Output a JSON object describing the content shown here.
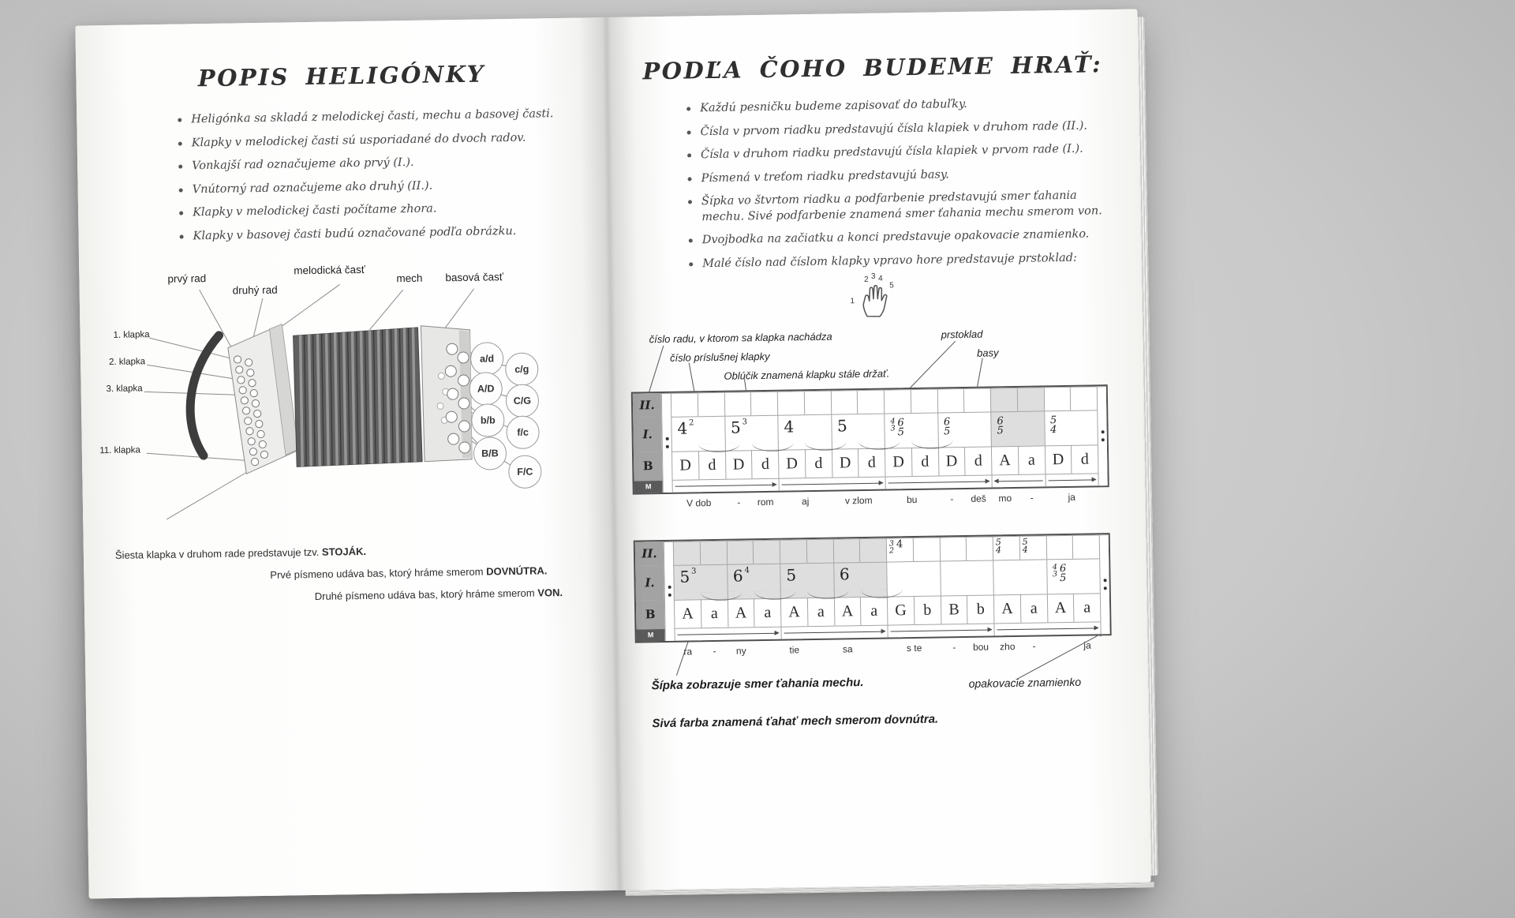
{
  "left_page": {
    "title": "POPIS HELIGÓNKY",
    "bullets": [
      "Heligónka sa skladá z melodickej časti, mechu a basovej časti.",
      "Klapky v melodickej časti sú usporiadané do dvoch radov.",
      "Vonkajší rad označujeme ako prvý (I.).",
      "Vnútorný rad označujeme ako druhý (II.).",
      "Klapky v melodickej časti počítame zhora.",
      "Klapky v basovej časti budú označované podľa obrázku."
    ],
    "diagram": {
      "labels": {
        "prvy_rad": "prvý rad",
        "druhy_rad": "druhý rad",
        "melodicka_cast": "melodická časť",
        "mech": "mech",
        "basova_cast": "basová časť",
        "klapka_1": "1. klapka",
        "klapka_2": "2. klapka",
        "klapka_3": "3. klapka",
        "klapka_11": "11. klapka"
      },
      "bass_circles": [
        "a/d",
        "c/g",
        "A/D",
        "C/G",
        "b/b",
        "f/c",
        "B/B",
        "F/C"
      ]
    },
    "notes": [
      {
        "text": "Šiesta klapka v druhom rade predstavuje tzv. ",
        "bold": "STOJÁK."
      },
      {
        "text": "Prvé písmeno udáva bas, ktorý hráme smerom ",
        "bold": "DOVNÚTRA."
      },
      {
        "text": "Druhé písmeno udáva bas, ktorý hráme smerom ",
        "bold": "VON."
      }
    ]
  },
  "right_page": {
    "title": "PODĽA ČOHO BUDEME HRAŤ:",
    "bullets": [
      "Každú pesničku budeme zapisovať do tabuľky.",
      "Čísla v prvom riadku predstavujú čísla klapiek v druhom rade (II.).",
      "Čísla v druhom riadku predstavujú čísla klapiek v prvom rade (I.).",
      "Písmená v treťom riadku predstavujú basy.",
      "Šípka vo štvrtom riadku a podfarbenie predstavujú smer ťahania mechu. Sivé podfarbenie znamená smer ťahania mechu smerom von.",
      "Dvojbodka na začiatku a konci predstavuje opakovacie znamienko.",
      "Malé číslo nad číslom klapky vpravo hore predstavuje prstoklad:"
    ],
    "hand_finger_numbers": [
      "1",
      "2",
      "3",
      "4",
      "5"
    ],
    "annotations": {
      "row_number": "číslo radu, v ktorom sa klapka nachádza",
      "key_number": "číslo príslušnej klapky",
      "arc_note": "Oblúčik znamená klapku stále držať.",
      "fingering": "prstoklad",
      "basses": "basy"
    },
    "shading_color": "#dedede",
    "tables": [
      {
        "row_labels": [
          "II.",
          "I.",
          "B",
          "M"
        ],
        "columns": 16,
        "rowII": {
          "gray_cols": [
            13,
            14
          ],
          "cells": []
        },
        "rowI": [
          {
            "span": 2,
            "num": "4",
            "sup": "2",
            "arc": true
          },
          {
            "span": 2,
            "num": "5",
            "sup": "3",
            "arc": true
          },
          {
            "span": 2,
            "num": "4",
            "arc": true
          },
          {
            "span": 2,
            "num": "5",
            "arc": true
          },
          {
            "span": 2,
            "supstack": [
              "4",
              "3"
            ],
            "stack": [
              "6",
              "5"
            ],
            "arc": true
          },
          {
            "span": 2,
            "stack": [
              "6",
              "5"
            ]
          },
          {
            "span": 2,
            "stack": [
              "6",
              "5"
            ],
            "gray": true
          },
          {
            "span": 2,
            "stack": [
              "5",
              "4"
            ]
          }
        ],
        "rowB": [
          "D",
          "d",
          "D",
          "d",
          "D",
          "d",
          "D",
          "d",
          "D",
          "d",
          "D",
          "d",
          "A",
          "a",
          "D",
          "d"
        ],
        "rowM": [
          {
            "span": 4,
            "dir": "r"
          },
          {
            "span": 4,
            "dir": "r"
          },
          {
            "span": 4,
            "dir": "r"
          },
          {
            "span": 2,
            "dir": "l"
          },
          {
            "span": 2,
            "dir": "r"
          }
        ],
        "lyrics": [
          {
            "col": 1,
            "span": 2,
            "text": "V dob"
          },
          {
            "col": 3,
            "span": 1,
            "text": "-"
          },
          {
            "col": 4,
            "span": 1,
            "text": "rom"
          },
          {
            "col": 5,
            "span": 2,
            "text": "aj"
          },
          {
            "col": 7,
            "span": 2,
            "text": "v zlom"
          },
          {
            "col": 9,
            "span": 2,
            "text": "bu"
          },
          {
            "col": 11,
            "span": 1,
            "text": "-"
          },
          {
            "col": 12,
            "span": 1,
            "text": "deš"
          },
          {
            "col": 13,
            "span": 1,
            "text": "mo"
          },
          {
            "col": 14,
            "span": 1,
            "text": "-"
          },
          {
            "col": 15,
            "span": 2,
            "text": "ja"
          }
        ]
      },
      {
        "row_labels": [
          "II.",
          "I.",
          "B",
          "M"
        ],
        "columns": 16,
        "rowII": {
          "gray_cols": [
            1,
            2,
            3,
            4,
            5,
            6,
            7,
            8
          ],
          "cells": [
            {
              "col": 9,
              "span": 2,
              "supstack": [
                "3",
                "2"
              ],
              "num": "4"
            },
            {
              "col": 13,
              "span": 1,
              "stack": [
                "5",
                "4"
              ]
            },
            {
              "col": 14,
              "span": 1,
              "stack": [
                "5",
                "4"
              ]
            }
          ]
        },
        "rowI": [
          {
            "span": 2,
            "num": "5",
            "sup": "3",
            "arc": true,
            "gray": true
          },
          {
            "span": 2,
            "num": "6",
            "sup": "4",
            "arc": true,
            "gray": true
          },
          {
            "span": 2,
            "num": "5",
            "arc": true,
            "gray": true
          },
          {
            "span": 2,
            "num": "6",
            "arc": true,
            "gray": true
          },
          {
            "span": 2
          },
          {
            "span": 2
          },
          {
            "span": 2
          },
          {
            "span": 2,
            "supstack": [
              "4",
              "3"
            ],
            "stack": [
              "6",
              "5"
            ]
          }
        ],
        "rowB": [
          "A",
          "a",
          "A",
          "a",
          "A",
          "a",
          "A",
          "a",
          "G",
          "b",
          "B",
          "b",
          "A",
          "a",
          "A",
          "a"
        ],
        "rowM": [
          {
            "span": 4,
            "dir": "r"
          },
          {
            "span": 4,
            "dir": "r"
          },
          {
            "span": 4,
            "dir": "r"
          },
          {
            "span": 4,
            "dir": "r"
          }
        ],
        "lyrics": [
          {
            "col": 1,
            "span": 1,
            "text": "ra"
          },
          {
            "col": 2,
            "span": 1,
            "text": "-"
          },
          {
            "col": 3,
            "span": 1,
            "text": "ny"
          },
          {
            "col": 5,
            "span": 1,
            "text": "tie"
          },
          {
            "col": 7,
            "span": 1,
            "text": "sa"
          },
          {
            "col": 9,
            "span": 2,
            "text": "s te"
          },
          {
            "col": 11,
            "span": 1,
            "text": "-"
          },
          {
            "col": 12,
            "span": 1,
            "text": "bou"
          },
          {
            "col": 13,
            "span": 1,
            "text": "zho"
          },
          {
            "col": 14,
            "span": 1,
            "text": "-"
          },
          {
            "col": 16,
            "span": 1,
            "text": "ja"
          }
        ]
      }
    ],
    "footer_notes": {
      "arrow_note": "Šípka zobrazuje smer ťahania mechu.",
      "gray_note": "Sivá farba znamená ťahať mech smerom dovnútra.",
      "repeat_note": "opakovacie znamienko"
    }
  }
}
